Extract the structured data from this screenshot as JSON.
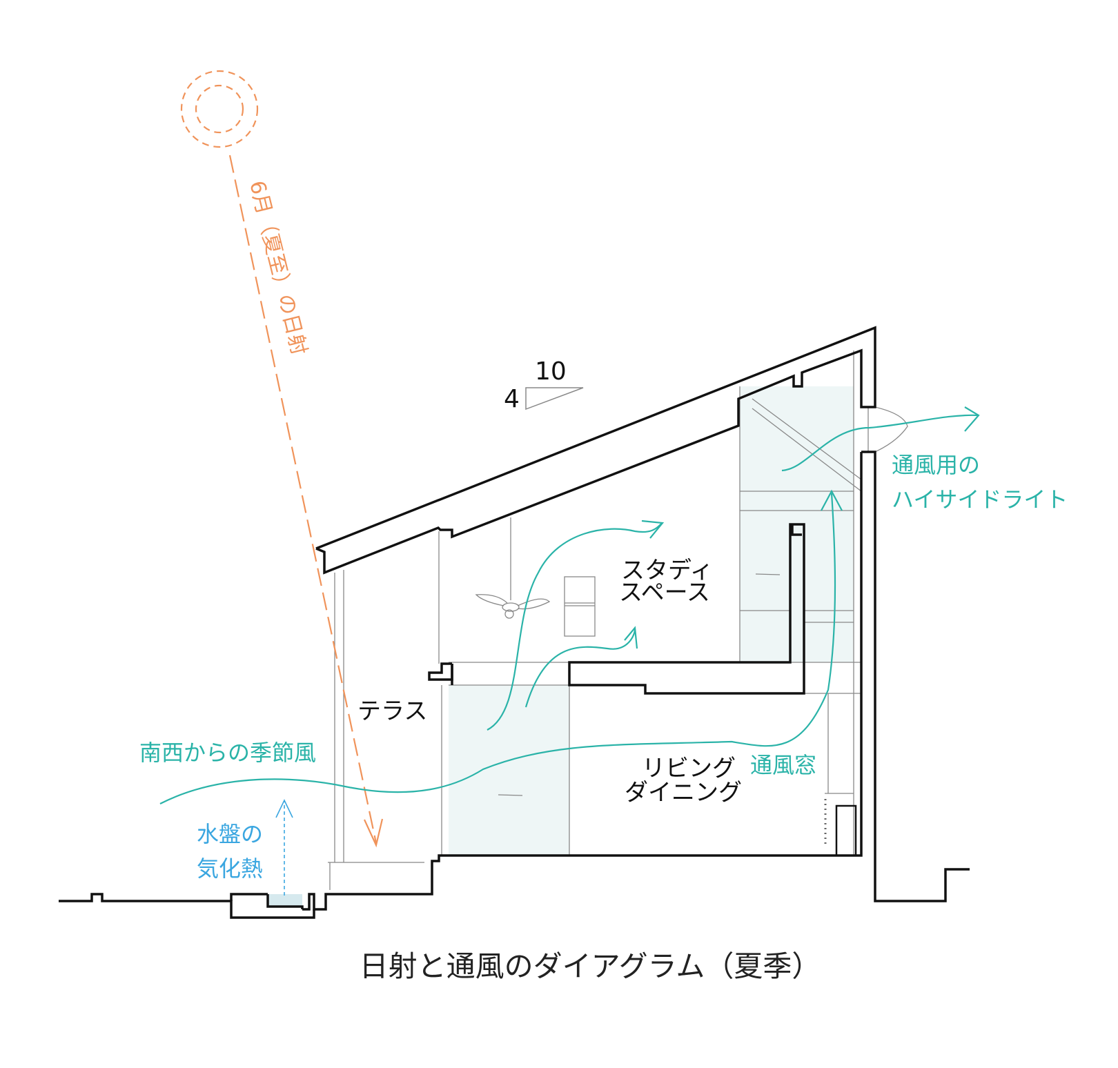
{
  "title": "日射と通風のダイアグラム（夏季）",
  "sun": {
    "label": "6月（夏至）の日射",
    "icon": "sun-icon"
  },
  "slope": {
    "rise": "4",
    "run": "10"
  },
  "rooms": {
    "study": [
      "スタディ",
      "スペース"
    ],
    "terrace": "テラス",
    "living": [
      "リビング",
      "ダイニング"
    ]
  },
  "wind": {
    "seasonal": "南西からの季節風",
    "window": "通風窓",
    "highside": [
      "通風用の",
      "ハイサイドライト"
    ]
  },
  "evaporation": [
    "水盤の",
    "気化熱"
  ],
  "colors": {
    "sun": "#f0935a",
    "wind": "#2ab3a8",
    "water": "#3aa6e0",
    "zone": "#eef6f6"
  }
}
